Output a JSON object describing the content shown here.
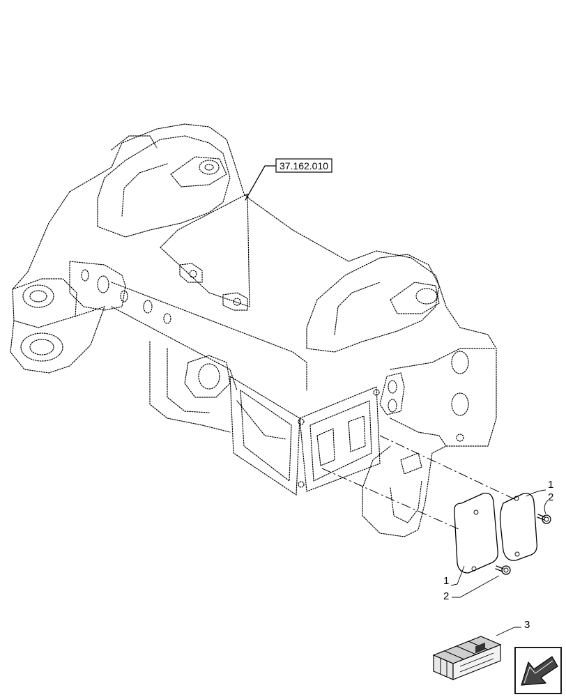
{
  "reference_box": {
    "text": "37.162.010"
  },
  "callouts": [
    {
      "id": "cover-plate-right",
      "text": "1"
    },
    {
      "id": "bolt-right",
      "text": "2"
    },
    {
      "id": "cover-plate-left",
      "text": "1"
    },
    {
      "id": "bolt-left",
      "text": "2"
    },
    {
      "id": "kit-box",
      "text": "3"
    }
  ],
  "icons": {
    "kit_box": "kit-crate-icon",
    "navigation": "direction-arrow-icon"
  }
}
